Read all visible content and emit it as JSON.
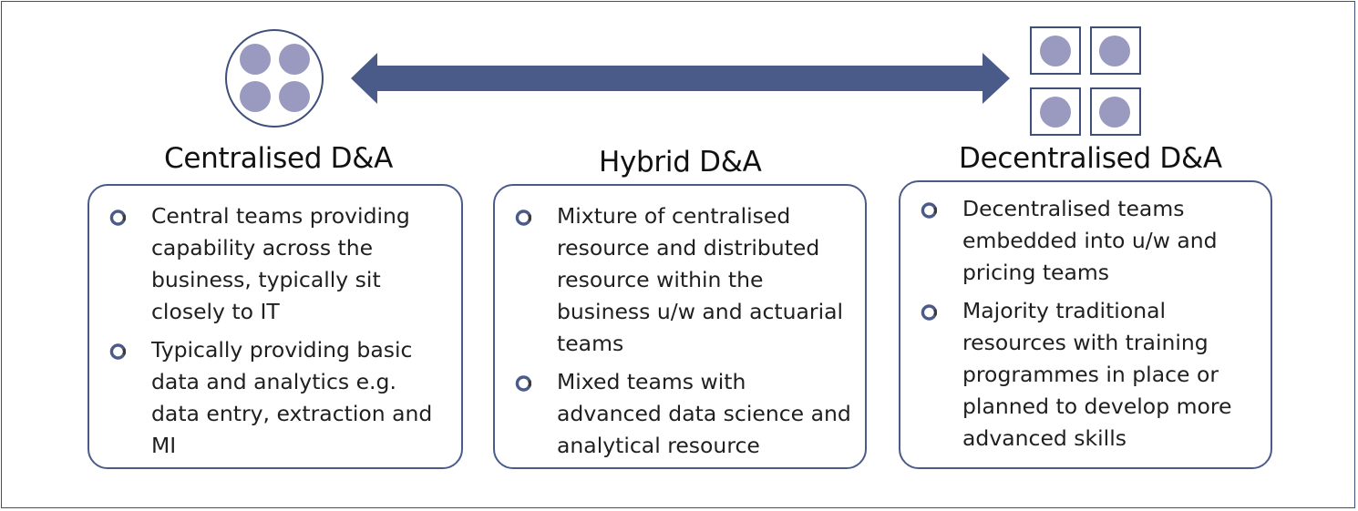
{
  "colors": {
    "arrow": "#4a5b8a",
    "node_fill": "#9a99bf",
    "outline": "#3f4f7a"
  },
  "left_icon": "four-circles-in-circle-icon",
  "right_icon": "four-circles-in-squares-icon",
  "arrow_icon": "double-headed-arrow",
  "columns": [
    {
      "heading": "Centralised D&A",
      "bullets": [
        "Central teams providing capability across the business, typically sit closely to IT",
        "Typically providing basic data and analytics e.g. data entry, extraction and MI"
      ]
    },
    {
      "heading": "Hybrid D&A",
      "bullets": [
        "Mixture of centralised resource and distributed resource within the business u/w and actuarial teams",
        "Mixed teams with advanced data science and analytical resource"
      ]
    },
    {
      "heading": "Decentralised D&A",
      "bullets": [
        "Decentralised teams embedded into u/w and pricing teams",
        "Majority traditional resources with training programmes in place or planned to develop more advanced skills"
      ]
    }
  ]
}
